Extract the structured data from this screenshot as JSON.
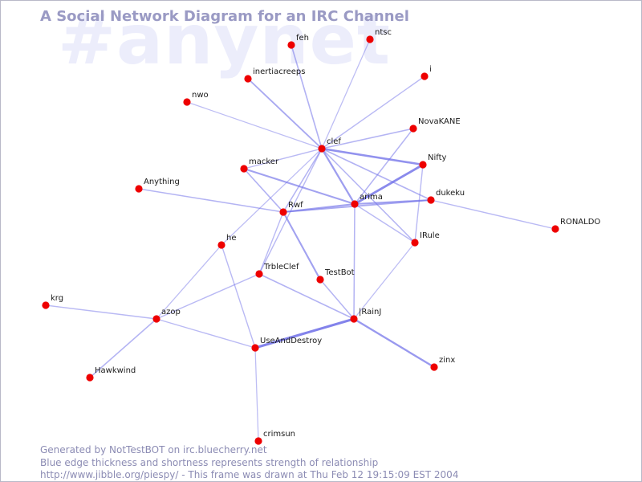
{
  "watermark": "#anynet",
  "title": "A Social Network Diagram for an IRC Channel",
  "footer": {
    "line1": "Generated by NotTestBOT on irc.bluecherry.net",
    "line2": "Blue edge thickness and shortness represents strength of relationship",
    "line3": "http://www.jibble.org/piespy/ - This frame was drawn at Thu Feb 12 19:15:09 EST 2004"
  },
  "colors": {
    "node": "#ee0000",
    "edge": "#7070e8",
    "title": "#9a9ac4",
    "watermark": "#ecedfb",
    "footer": "#8c8cb4"
  },
  "nodes": [
    {
      "id": "feh",
      "label": "feh"
    },
    {
      "id": "ntsc",
      "label": "ntsc"
    },
    {
      "id": "inertiacreeps",
      "label": "inertiacreeps"
    },
    {
      "id": "i",
      "label": "i"
    },
    {
      "id": "nwo",
      "label": "nwo"
    },
    {
      "id": "novakane",
      "label": "NovaKANE"
    },
    {
      "id": "clef",
      "label": "clef"
    },
    {
      "id": "nifty",
      "label": "Nifty"
    },
    {
      "id": "macker",
      "label": "macker"
    },
    {
      "id": "anything",
      "label": "Anything"
    },
    {
      "id": "dukeku",
      "label": "dukeku"
    },
    {
      "id": "arima",
      "label": "arima"
    },
    {
      "id": "rwf",
      "label": "Rwf"
    },
    {
      "id": "ronaldo",
      "label": "RONALDO"
    },
    {
      "id": "irule",
      "label": "IRule"
    },
    {
      "id": "he",
      "label": "he"
    },
    {
      "id": "trbleclef",
      "label": "TrbleClef"
    },
    {
      "id": "testbot",
      "label": "TestBot"
    },
    {
      "id": "krg",
      "label": "krg"
    },
    {
      "id": "azop",
      "label": "azop"
    },
    {
      "id": "rainj",
      "label": "|RainJ"
    },
    {
      "id": "useanddestroy",
      "label": "UseAndDestroy"
    },
    {
      "id": "zinx",
      "label": "zinx"
    },
    {
      "id": "hawkwind",
      "label": "Hawkwind"
    },
    {
      "id": "crimsun",
      "label": "crimsun"
    }
  ],
  "edges": [
    {
      "source": "clef",
      "target": "feh",
      "strength": 0.35
    },
    {
      "source": "clef",
      "target": "ntsc",
      "strength": 0.2
    },
    {
      "source": "clef",
      "target": "inertiacreeps",
      "strength": 0.45
    },
    {
      "source": "clef",
      "target": "i",
      "strength": 0.25
    },
    {
      "source": "clef",
      "target": "nwo",
      "strength": 0.2
    },
    {
      "source": "clef",
      "target": "novakane",
      "strength": 0.3
    },
    {
      "source": "clef",
      "target": "nifty",
      "strength": 0.75
    },
    {
      "source": "clef",
      "target": "arima",
      "strength": 0.6
    },
    {
      "source": "clef",
      "target": "dukeku",
      "strength": 0.35
    },
    {
      "source": "clef",
      "target": "irule",
      "strength": 0.3
    },
    {
      "source": "clef",
      "target": "rwf",
      "strength": 0.3
    },
    {
      "source": "clef",
      "target": "macker",
      "strength": 0.25
    },
    {
      "source": "clef",
      "target": "he",
      "strength": 0.2
    },
    {
      "source": "clef",
      "target": "trbleclef",
      "strength": 0.25
    },
    {
      "source": "macker",
      "target": "arima",
      "strength": 0.55
    },
    {
      "source": "macker",
      "target": "rwf",
      "strength": 0.35
    },
    {
      "source": "anything",
      "target": "rwf",
      "strength": 0.3
    },
    {
      "source": "rwf",
      "target": "arima",
      "strength": 0.55
    },
    {
      "source": "rwf",
      "target": "dukeku",
      "strength": 0.45
    },
    {
      "source": "rwf",
      "target": "testbot",
      "strength": 0.55
    },
    {
      "source": "rwf",
      "target": "trbleclef",
      "strength": 0.25
    },
    {
      "source": "arima",
      "target": "nifty",
      "strength": 0.85
    },
    {
      "source": "arima",
      "target": "novakane",
      "strength": 0.3
    },
    {
      "source": "arima",
      "target": "dukeku",
      "strength": 0.55
    },
    {
      "source": "arima",
      "target": "rainj",
      "strength": 0.3
    },
    {
      "source": "arima",
      "target": "irule",
      "strength": 0.25
    },
    {
      "source": "nifty",
      "target": "irule",
      "strength": 0.25
    },
    {
      "source": "dukeku",
      "target": "ronaldo",
      "strength": 0.25
    },
    {
      "source": "irule",
      "target": "rainj",
      "strength": 0.2
    },
    {
      "source": "testbot",
      "target": "rainj",
      "strength": 0.3
    },
    {
      "source": "trbleclef",
      "target": "rainj",
      "strength": 0.35
    },
    {
      "source": "trbleclef",
      "target": "azop",
      "strength": 0.25
    },
    {
      "source": "he",
      "target": "azop",
      "strength": 0.2
    },
    {
      "source": "he",
      "target": "useanddestroy",
      "strength": 0.25
    },
    {
      "source": "krg",
      "target": "azop",
      "strength": 0.25
    },
    {
      "source": "azop",
      "target": "useanddestroy",
      "strength": 0.25
    },
    {
      "source": "azop",
      "target": "hawkwind",
      "strength": 0.3
    },
    {
      "source": "useanddestroy",
      "target": "rainj",
      "strength": 0.95
    },
    {
      "source": "rainj",
      "target": "zinx",
      "strength": 0.65
    },
    {
      "source": "useanddestroy",
      "target": "crimsun",
      "strength": 0.2
    }
  ]
}
